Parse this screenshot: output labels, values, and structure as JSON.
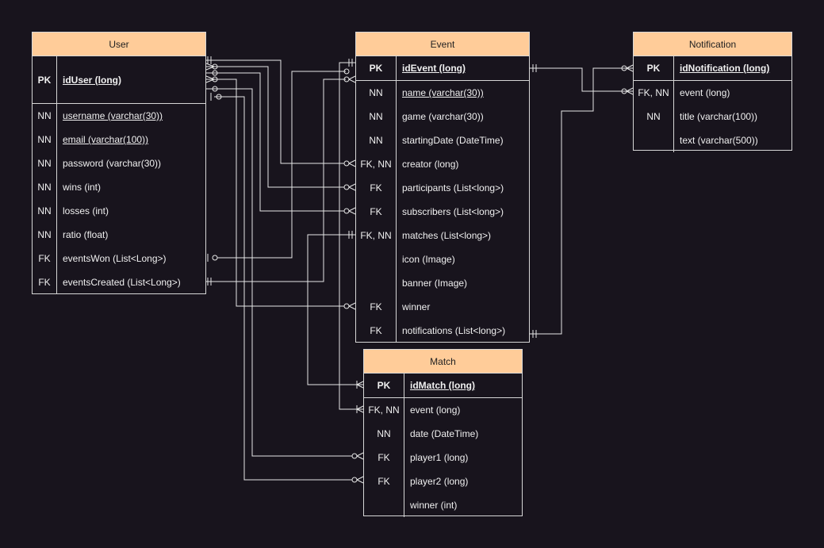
{
  "colors": {
    "background": "#18141d",
    "header": "#ffcc99",
    "line": "#e6e6e6"
  },
  "user": {
    "title": "User",
    "pk": {
      "key": "PK",
      "field": "idUser (long)"
    },
    "rows": [
      {
        "key": "NN",
        "field": "username (varchar(30))",
        "underline": true
      },
      {
        "key": "NN",
        "field": "email (varchar(100))",
        "underline": true
      },
      {
        "key": "NN",
        "field": "password (varchar(30))"
      },
      {
        "key": "NN",
        "field": "wins (int)"
      },
      {
        "key": "NN",
        "field": "losses (int)"
      },
      {
        "key": "NN",
        "field": "ratio (float)"
      },
      {
        "key": "FK",
        "field": "eventsWon (List<Long>)"
      },
      {
        "key": "FK",
        "field": "eventsCreated (List<Long>)"
      }
    ]
  },
  "event": {
    "title": "Event",
    "pk": {
      "key": "PK",
      "field": "idEvent (long)"
    },
    "rows": [
      {
        "key": "NN",
        "field": "name (varchar(30))",
        "underline": true
      },
      {
        "key": "NN",
        "field": "game (varchar(30))"
      },
      {
        "key": "NN",
        "field": "startingDate (DateTime)"
      },
      {
        "key": "FK, NN",
        "field": "creator (long)"
      },
      {
        "key": "FK",
        "field": "participants (List<long>)"
      },
      {
        "key": "FK",
        "field": "subscribers (List<long>)"
      },
      {
        "key": "FK, NN",
        "field": "matches (List<long>)"
      },
      {
        "key": "",
        "field": "icon (Image)"
      },
      {
        "key": "",
        "field": "banner (Image)"
      },
      {
        "key": "FK",
        "field": "winner"
      },
      {
        "key": "FK",
        "field": "notifications (List<long>)"
      }
    ]
  },
  "notification": {
    "title": "Notification",
    "pk": {
      "key": "PK",
      "field": "idNotification (long)"
    },
    "rows": [
      {
        "key": "FK, NN",
        "field": "event (long)"
      },
      {
        "key": "NN",
        "field": "title (varchar(100))"
      },
      {
        "key": "",
        "field": "text (varchar(500))"
      }
    ]
  },
  "match": {
    "title": "Match",
    "pk": {
      "key": "PK",
      "field": "idMatch (long)"
    },
    "rows": [
      {
        "key": "FK, NN",
        "field": "event (long)"
      },
      {
        "key": "NN",
        "field": "date (DateTime)"
      },
      {
        "key": "FK",
        "field": "player1 (long)"
      },
      {
        "key": "FK",
        "field": "player2 (long)"
      },
      {
        "key": "",
        "field": "winner (int)"
      }
    ]
  }
}
